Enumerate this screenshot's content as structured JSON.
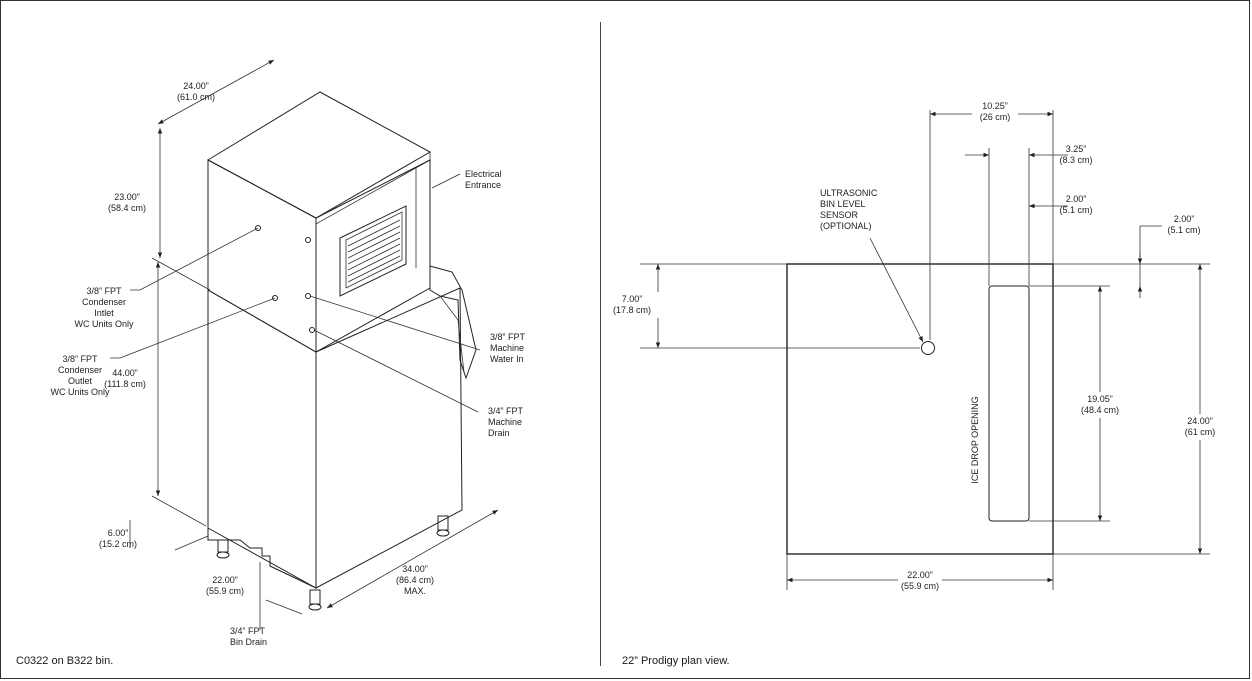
{
  "captions": {
    "left": "C0322 on B322 bin.",
    "right": "22” Prodigy plan view."
  },
  "left_view": {
    "dim_width_top": [
      "24.00”",
      "(61.0 cm)"
    ],
    "dim_height_head": [
      "23.00”",
      "(58.4 cm)"
    ],
    "dim_height_bin": [
      "44.00”",
      "(111.8 cm)"
    ],
    "dim_legs": [
      "6.00”",
      "(15.2 cm)"
    ],
    "dim_width_bottom": [
      "22.00”",
      "(55.9 cm)"
    ],
    "dim_depth": [
      "34.00”",
      "(86.4 cm)",
      "MAX."
    ],
    "label_electrical": [
      "Electrical",
      "Entrance"
    ],
    "label_condenser_inlet": [
      "3/8” FPT",
      "Condenser",
      "Intlet",
      "WC Units Only"
    ],
    "label_condenser_outlet": [
      "3/8” FPT",
      "Condenser",
      "Outlet",
      "WC Units Only"
    ],
    "label_machine_water": [
      "3/8” FPT",
      "Machine",
      "Water In"
    ],
    "label_machine_drain": [
      "3/4” FPT",
      "Machine",
      "Drain"
    ],
    "label_bin_drain": [
      "3/4” FPT",
      "Bin Drain"
    ]
  },
  "right_view": {
    "dim_10_25": [
      "10.25”",
      "(26 cm)"
    ],
    "dim_3_25": [
      "3.25”",
      "(8.3 cm)"
    ],
    "dim_2_00_a": [
      "2.00”",
      "(5.1 cm)"
    ],
    "dim_2_00_b": [
      "2.00”",
      "(5.1 cm)"
    ],
    "dim_7_00": [
      "7.00”",
      "(17.8 cm)"
    ],
    "dim_19_05": [
      "19.05”",
      "(48.4 cm)"
    ],
    "dim_24_00": [
      "24.00”",
      "(61 cm)"
    ],
    "dim_22_00": [
      "22.00”",
      "(55.9 cm)"
    ],
    "label_sensor": [
      "ULTRASONIC",
      "BIN LEVEL",
      "SENSOR",
      "(OPTIONAL)"
    ],
    "label_ice_drop": "ICE DROP OPENING"
  }
}
